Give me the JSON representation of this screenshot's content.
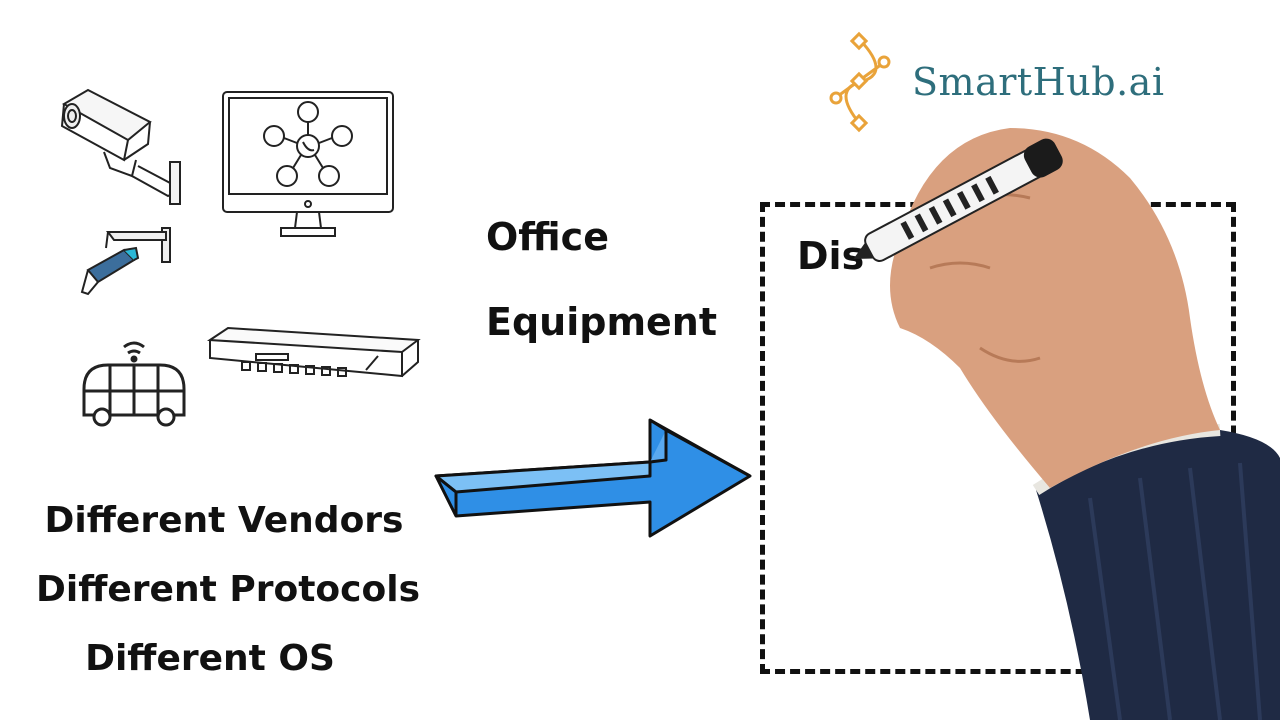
{
  "brand": {
    "name": "SmartHub.ai",
    "color": "#2e6e7c",
    "logo_icon": "bezier-node-icon",
    "logo_color": "#e9a33a"
  },
  "headline": {
    "line1": "Office",
    "line2": "Equipment"
  },
  "differences": [
    "Different Vendors",
    "Different Protocols",
    "Different OS"
  ],
  "box": {
    "partial_text": "Dis"
  },
  "icons": [
    "cctv-camera-icon",
    "monitor-network-icon",
    "handheld-scanner-icon",
    "autonomous-bus-icon",
    "network-switch-icon",
    "right-arrow-icon",
    "hand-with-marker"
  ],
  "colors": {
    "arrow": "#2f8fe6",
    "arrow_light": "#7cc0f5",
    "text": "#111111"
  }
}
